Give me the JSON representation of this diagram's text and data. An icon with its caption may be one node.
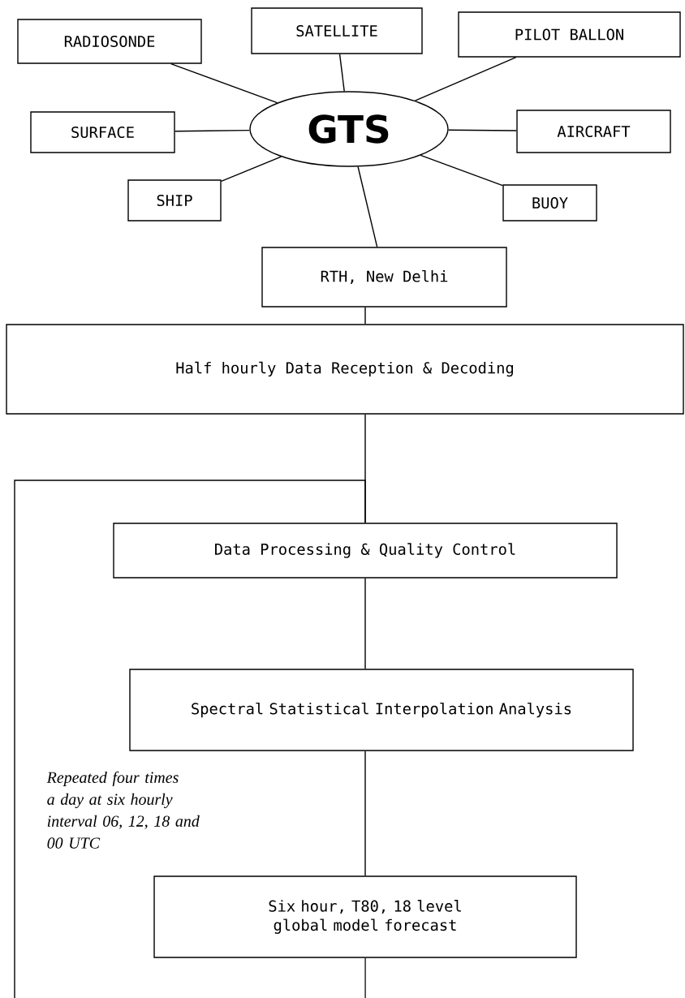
{
  "diagram": {
    "nodes": [
      {
        "text": [
          "GTS"
        ]
      },
      {
        "text": [
          "RADIOSONDE"
        ]
      },
      {
        "text": [
          "SATELLITE"
        ]
      },
      {
        "text": [
          "PILOT BALLON"
        ]
      },
      {
        "text": [
          "SURFACE"
        ]
      },
      {
        "text": [
          "AIRCRAFT"
        ]
      },
      {
        "text": [
          "SHIP"
        ]
      },
      {
        "text": [
          "BUOY"
        ]
      },
      {
        "text": [
          "RTH, New Delhi"
        ]
      },
      {
        "text": [
          "Half hourly Data Reception & Decoding"
        ]
      },
      {
        "text": [
          "Data Processing & Quality Control"
        ]
      },
      {
        "text": [
          "Spectral Statistical Interpolation Analysis"
        ]
      },
      {
        "text": [
          "Six hour, T80, 18 level global model forecast"
        ]
      }
    ],
    "edges": [
      {
        "from": 1,
        "to": 0,
        "arrow": "none"
      },
      {
        "from": 2,
        "to": 0,
        "arrow": "none"
      },
      {
        "from": 3,
        "to": 0,
        "arrow": "none"
      },
      {
        "from": 4,
        "to": 0,
        "arrow": "none"
      },
      {
        "from": 5,
        "to": 0,
        "arrow": "none"
      },
      {
        "from": 6,
        "to": 0,
        "arrow": "none"
      },
      {
        "from": 7,
        "to": 0,
        "arrow": "none"
      },
      {
        "from": 0,
        "to": 8,
        "arrow": "none"
      },
      {
        "from": 8,
        "to": 9,
        "arrow": "none"
      },
      {
        "from": 9,
        "to": 10,
        "arrow": "none"
      },
      {
        "from": 10,
        "to": 11,
        "arrow": "none"
      },
      {
        "from": 11,
        "to": 12,
        "arrow": "none"
      },
      {
        "from": 12,
        "to": null,
        "arrow": "none"
      },
      {
        "from": null,
        "to": 10,
        "arrow": "none"
      }
    ],
    "labels": [
      "Repeated four times a day at six hourly interval 06, 12, 18 and 00 UTC"
    ]
  }
}
